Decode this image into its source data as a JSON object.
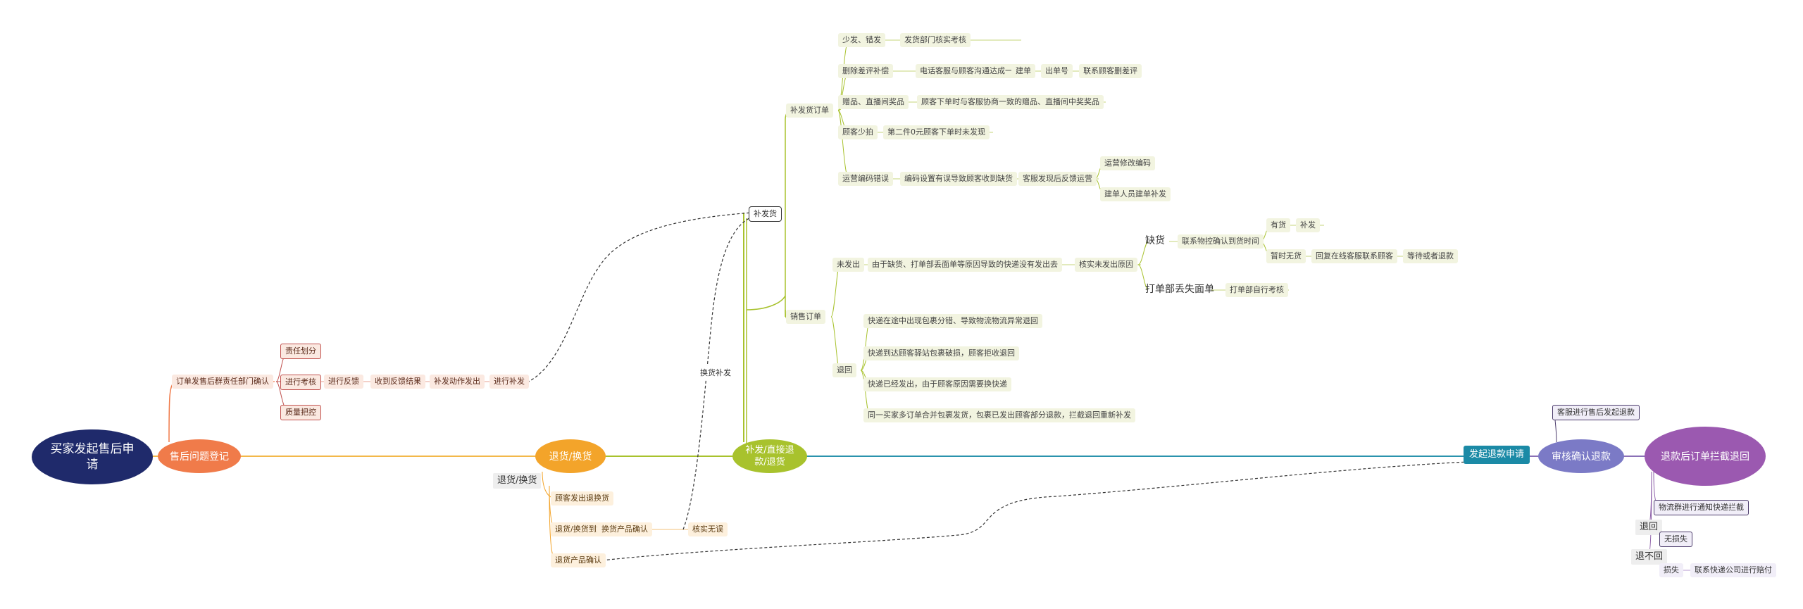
{
  "colors": {
    "root": "#1f2a6b",
    "orange": "#f07b4a",
    "yellow": "#f3a42a",
    "green": "#a8c22d",
    "teal": "#1b8aa6",
    "purple": "#8a5ca6",
    "lavender": "#7b7ac6"
  },
  "root": {
    "label": "买家发起售后申请"
  },
  "main": {
    "aftersale": "售后问题登记",
    "exchange": "退货/换货",
    "resend": "补发/直接退款/退货",
    "refund_apply": "发起退款申请",
    "review": "审核确认退款",
    "intercept": "退款后订单拦截退回"
  },
  "aftersale_branch": {
    "order": "订单发售后群责任部门确认",
    "check": "进行考核",
    "duty": "责任划分",
    "quality": "质量把控",
    "feedback": "进行反馈",
    "result": "收到反馈结果",
    "action": "补发动作发出",
    "resend": "进行补发"
  },
  "exchange_branch": {
    "tag": "退货/换货",
    "items": [
      "顾客发出退换货",
      "退货/换货到货确认",
      "退货产品确认"
    ],
    "confirm": "换货产品确认",
    "ok": "核实无误"
  },
  "edge_label": "换货补发",
  "resend_branch": {
    "node": "补发货",
    "resend_order": "补发货订单",
    "sales_order": "销售订单",
    "rows": [
      {
        "a": "少发、错发",
        "b": "发货部门核实考核"
      },
      {
        "a": "删除差评补偿",
        "b": "电话客服与顾客沟通达成一致",
        "c": "建单",
        "d": "出单号",
        "e": "联系顾客删差评"
      },
      {
        "a": "赠品、直播间奖品",
        "b": "顾客下单时与客服协商一致的赠品、直播间中奖奖品"
      },
      {
        "a": "顾客少拍",
        "b": "第二件0元顾客下单时未发现"
      },
      {
        "a": "运营编码错误",
        "b": "编码设置有误导致顾客收到缺货",
        "c": "客服发现后反馈运营",
        "d1": "运营修改编码",
        "d2": "建单人员建单补发"
      }
    ],
    "not_sent": "未发出",
    "not_sent_reason": "由于缺货、打单部丢面单等原因导致的快递没有发出去",
    "verify": "核实未发出原因",
    "shortage": "缺货",
    "contact": "联系物控确认到货时间",
    "has": "有货",
    "has_action": "补发",
    "none": "暂时无货",
    "reply": "回复在线客服联系顾客",
    "wait": "等待或者退款",
    "lost": "打单部丢失面单",
    "lost_action": "打单部自行考核",
    "return": "退回",
    "returns": [
      "快递在途中出现包裹分错、导致物流物流异常退回",
      "快递到达顾客驿站包裹破损，顾客拒收退回",
      "快递已经发出，由于顾客原因需要换快递",
      "同一买家多订单合并包裹发货，包裹已发出顾客部分退款，拦截退回重新补发"
    ]
  },
  "right_branch": {
    "cs": "客服进行售后发起退款",
    "logistics": "物流群进行通知快递拦截",
    "returned": "退回",
    "no_loss": "无损失",
    "not_returned": "退不回",
    "loss": "损失",
    "claim": "联系快递公司进行赔付"
  }
}
